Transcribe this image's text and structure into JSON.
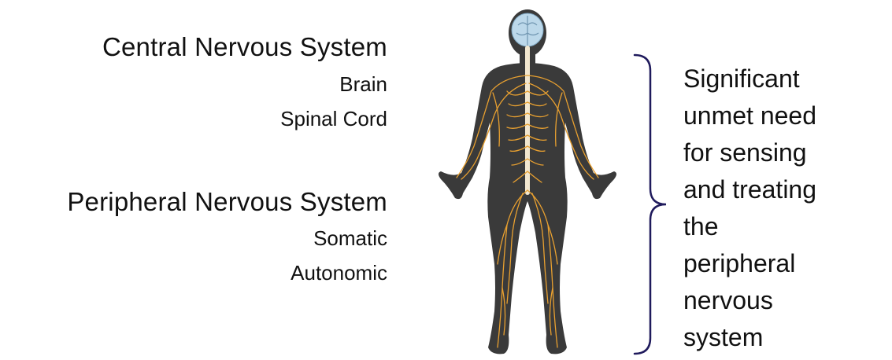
{
  "central": {
    "heading": "Central Nervous System",
    "items": [
      "Brain",
      "Spinal Cord"
    ]
  },
  "peripheral": {
    "heading": "Peripheral Nervous System",
    "items": [
      "Somatic",
      "Autonomic"
    ]
  },
  "callout": {
    "lines": [
      "Significant",
      "unmet need",
      "for sensing",
      "and treating",
      "the",
      "peripheral",
      "nervous",
      "system"
    ]
  },
  "colors": {
    "body": "#3a3a3a",
    "nerves": "#e8a030",
    "brain": "#bcd8ea",
    "bracket": "#1f1a5c",
    "text": "#111111"
  }
}
